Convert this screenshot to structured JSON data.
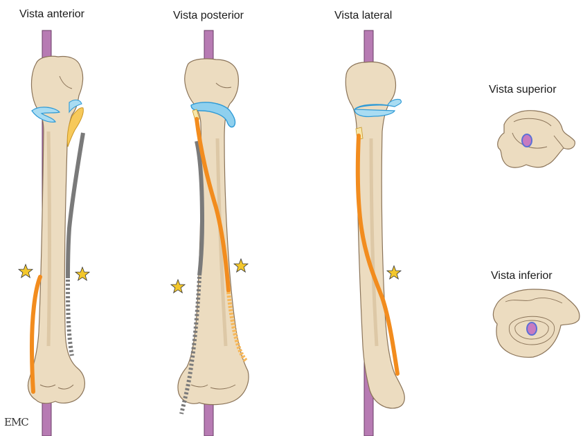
{
  "labels": {
    "anterior": "Vista anterior",
    "posterior": "Vista posterior",
    "lateral": "Vista lateral",
    "superior": "Vista superior",
    "inferior": "Vista inferior"
  },
  "logo": "EMC",
  "colors": {
    "bone": "#ecdcc0",
    "bone_outline": "#8a7358",
    "bone_shadow": "#d9c39f",
    "rod": "#b77bb3",
    "rod_outline": "#6a3d66",
    "nerve": "#f28c1e",
    "nerve_light": "#f7b85a",
    "gray_structure": "#7a7a7a",
    "ligament": "#8fd0ee",
    "ligament_dark": "#2e9ad6",
    "tendon": "#f7c95a",
    "star": "#f3c72c",
    "canal": "#c77bc0",
    "canal_ring": "#5b6fd6"
  }
}
